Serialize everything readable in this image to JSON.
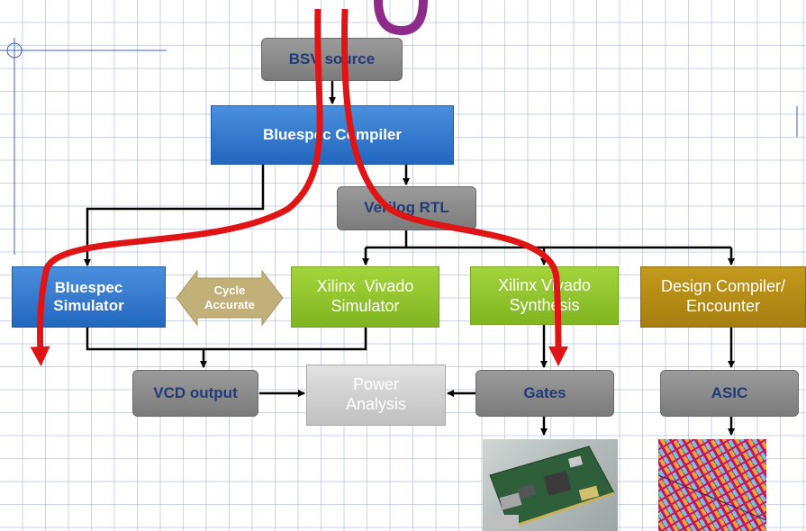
{
  "diagram": {
    "bsv_source": "BSV source",
    "bluespec_compiler": "Bluespec Compiler",
    "verilog_rtl": "Verilog RTL",
    "bluespec_simulator": [
      "Bluespec",
      "Simulator"
    ],
    "cycle_accurate": [
      "Cycle",
      "Accurate"
    ],
    "xilinx_vivado_simulator": [
      "Xilinx  Vivado",
      "Simulator"
    ],
    "xilinx_vivado_synthesis": [
      "Xilinx Vivado",
      "Synthesis"
    ],
    "design_compiler_encounter": [
      "Design Compiler/",
      "Encounter"
    ],
    "vcd_output": "VCD output",
    "power_analysis": [
      "Power",
      "Analysis"
    ],
    "gates": "Gates",
    "asic": "ASIC"
  },
  "colors": {
    "gray_box": "#8a8a8a",
    "gray_text": "#203a7a",
    "blue_box": "#2f77cf",
    "green_box": "#8cc22a",
    "olive_box": "#b38a14",
    "light_gray_box": "#cfcfcf",
    "red_path": "#e01414"
  }
}
